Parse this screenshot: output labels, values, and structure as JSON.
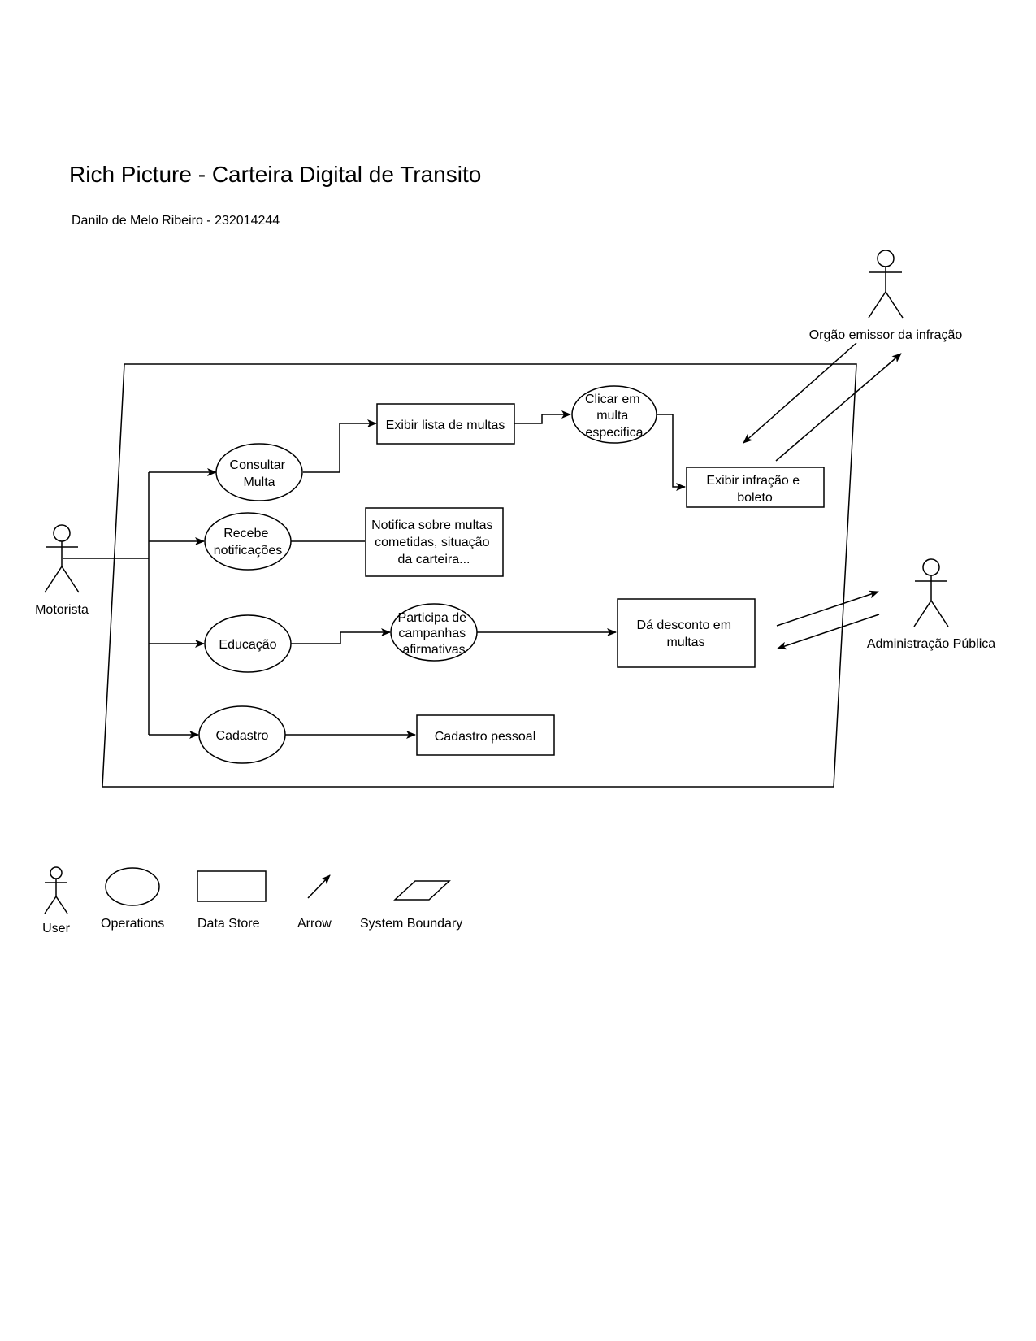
{
  "title": "Rich Picture - Carteira Digital de Transito",
  "author": "Danilo de Melo Ribeiro - 232014244",
  "actors": {
    "motorista": "Motorista",
    "orgao_emissor": "Orgão emissor da infração",
    "administracao_publica": "Administração Pública"
  },
  "operations": {
    "consultar_multa": [
      "Consultar",
      "Multa"
    ],
    "recebe_notificacoes": [
      "Recebe",
      "notificações"
    ],
    "educacao": [
      "Educação"
    ],
    "cadastro": [
      "Cadastro"
    ],
    "clicar_multa": [
      "Clicar em",
      "multa",
      "especifica"
    ],
    "participa_campanhas": [
      "Participa de",
      "campanhas",
      "afirmativas"
    ]
  },
  "data_stores": {
    "exibir_lista": [
      "Exibir lista de multas"
    ],
    "exibir_infracao": [
      "Exibir infração  e",
      "boleto"
    ],
    "notifica": [
      "Notifica sobre multas",
      "cometidas, situação",
      "da carteira..."
    ],
    "desconto": [
      "Dá desconto em",
      "multas"
    ],
    "cadastro_pessoal": [
      "Cadastro pessoal"
    ]
  },
  "legend": {
    "user": "User",
    "operations": "Operations",
    "data_store": "Data Store",
    "arrow": "Arrow",
    "system_boundary": "System Boundary"
  }
}
